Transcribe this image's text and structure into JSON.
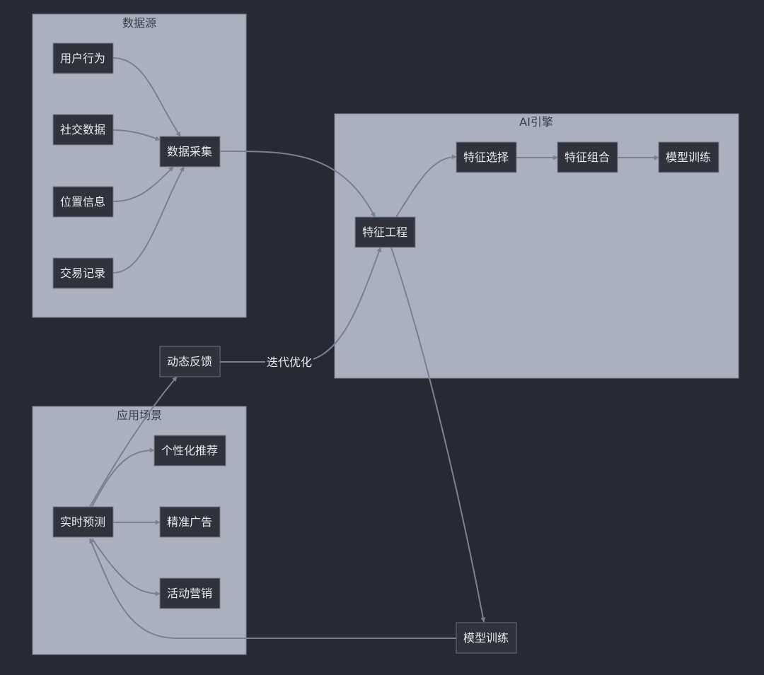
{
  "subgraphs": {
    "data_source": {
      "title": "数据源"
    },
    "ai_engine": {
      "title": "AI引擎"
    },
    "application": {
      "title": "应用场景"
    }
  },
  "nodes": {
    "user_behavior": "用户行为",
    "social_data": "社交数据",
    "location_info": "位置信息",
    "transaction_record": "交易记录",
    "data_collection": "数据采集",
    "feature_engineering": "特征工程",
    "feature_selection": "特征选择",
    "feature_combination": "特征组合",
    "model_training_ai": "模型训练",
    "model_training": "模型训练",
    "realtime_prediction": "实时预测",
    "personalized_recommend": "个性化推荐",
    "precise_ads": "精准广告",
    "event_marketing": "活动营销",
    "dynamic_feedback": "动态反馈"
  },
  "edge_labels": {
    "iterative_optimization": "迭代优化"
  },
  "colors": {
    "background": "#282a33",
    "subgraph_fill": "#aab0bd",
    "node_fill": "#30333c",
    "edge": "#7b8194",
    "text": "#e6e8ec"
  }
}
